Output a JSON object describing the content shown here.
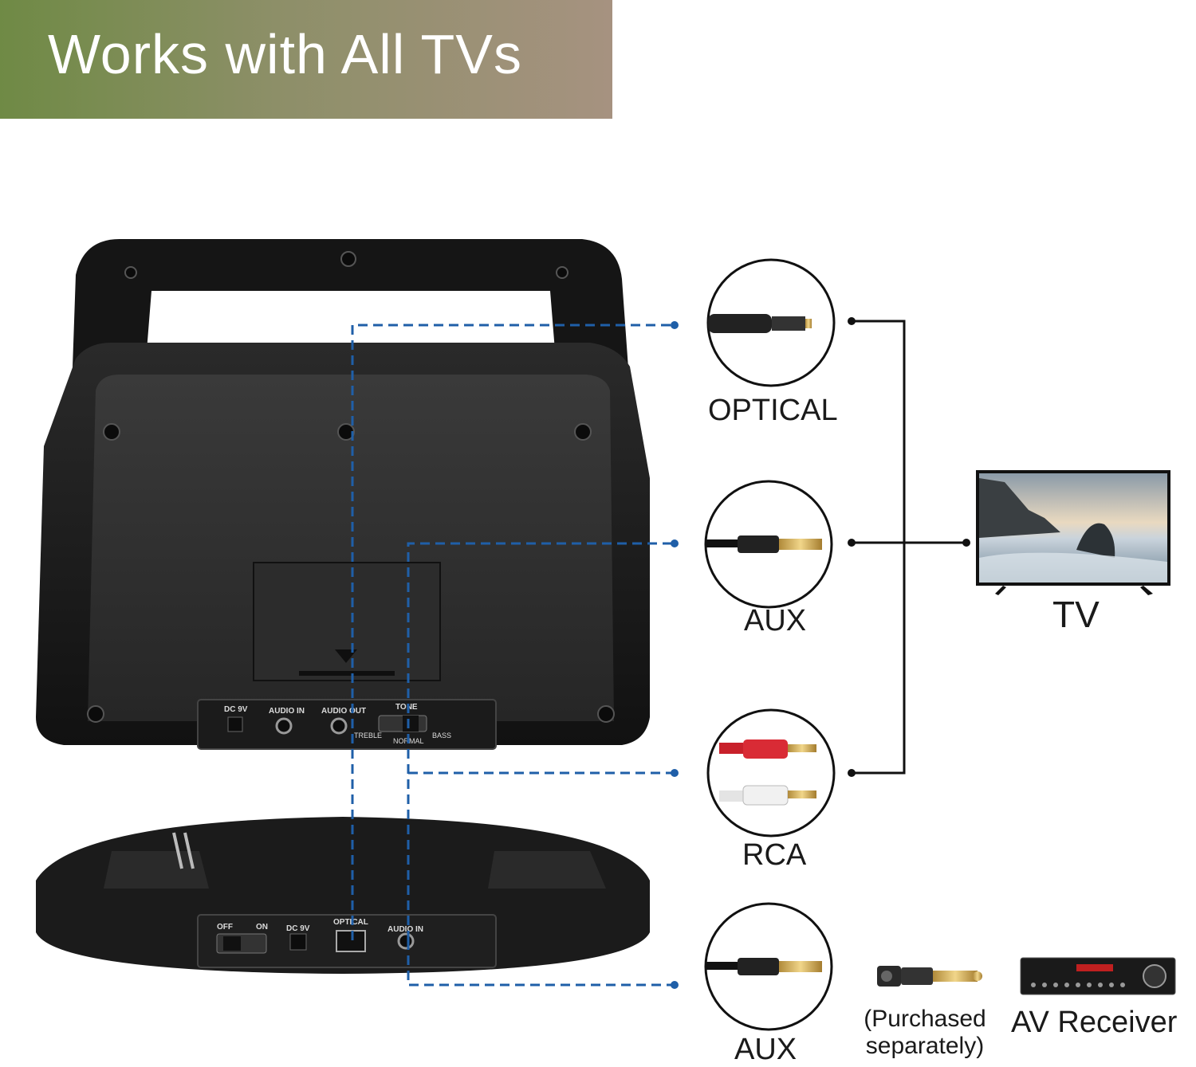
{
  "banner": {
    "title": "Works with All TVs"
  },
  "device": {
    "rear_panel": {
      "ports": [
        "DC 9V",
        "AUDIO IN",
        "AUDIO OUT",
        "TONE"
      ],
      "tone_switch": [
        "TREBLE",
        "NORMAL",
        "BASS"
      ]
    },
    "base_panel": {
      "power_switch": [
        "OFF",
        "ON"
      ],
      "ports": [
        "DC 9V",
        "OPTICAL",
        "AUDIO IN"
      ]
    }
  },
  "connectors": [
    {
      "label": "OPTICAL"
    },
    {
      "label": "AUX"
    },
    {
      "label": "RCA"
    },
    {
      "label": "AUX"
    }
  ],
  "tv": {
    "label": "TV"
  },
  "adapter": {
    "label_line1": "(Purchased",
    "label_line2": "separately)"
  },
  "receiver": {
    "label": "AV Receiver"
  },
  "colors": {
    "dashed_line": "#1f5fa8",
    "banner_start": "#6f8a45",
    "banner_end": "#a69280"
  }
}
